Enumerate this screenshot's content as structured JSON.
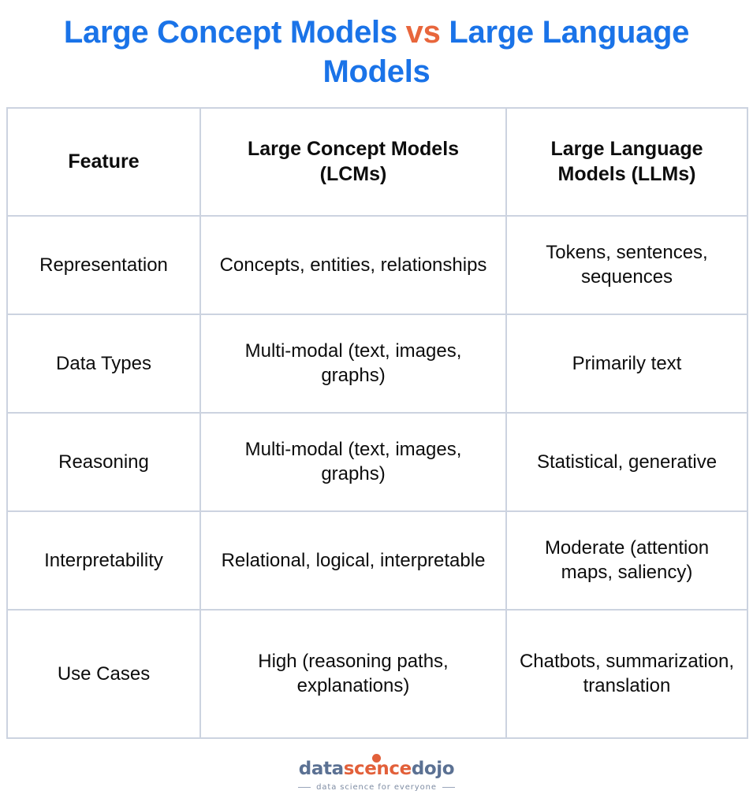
{
  "title": {
    "part1": "Large Concept Models ",
    "vs": "vs",
    "part2": " Large Language Models"
  },
  "table": {
    "headers": [
      "Feature",
      "Large Concept Models (LCMs)",
      "Large Language Models (LLMs)"
    ],
    "rows": [
      {
        "feature": "Representation",
        "lcm": "Concepts, entities, relationships",
        "llm": "Tokens, sentences, sequences"
      },
      {
        "feature": "Data Types",
        "lcm": "Multi-modal (text, images, graphs)",
        "llm": "Primarily text"
      },
      {
        "feature": "Reasoning",
        "lcm": "Multi-modal (text, images, graphs)",
        "llm": "Statistical, generative"
      },
      {
        "feature": "Interpretability",
        "lcm": "Relational, logical, interpretable",
        "llm": "Moderate (attention maps, saliency)"
      },
      {
        "feature": "Use Cases",
        "lcm": "High (reasoning paths, explanations)",
        "llm": "Chatbots, summarization, translation"
      }
    ]
  },
  "footer": {
    "logo": {
      "seg1": "data",
      "seg2": "sc",
      "seg3": "ence",
      "seg4": "dojo"
    },
    "tagline": "data science for everyone"
  },
  "colors": {
    "title_blue": "#1A73E8",
    "title_orange": "#E8663C",
    "table_border": "#CCD3E0",
    "logo_blue": "#5B7193",
    "logo_orange": "#E2603A",
    "tagline_gray": "#7E8CA3",
    "background": "#FFFFFF",
    "text": "#0D0D0D"
  }
}
